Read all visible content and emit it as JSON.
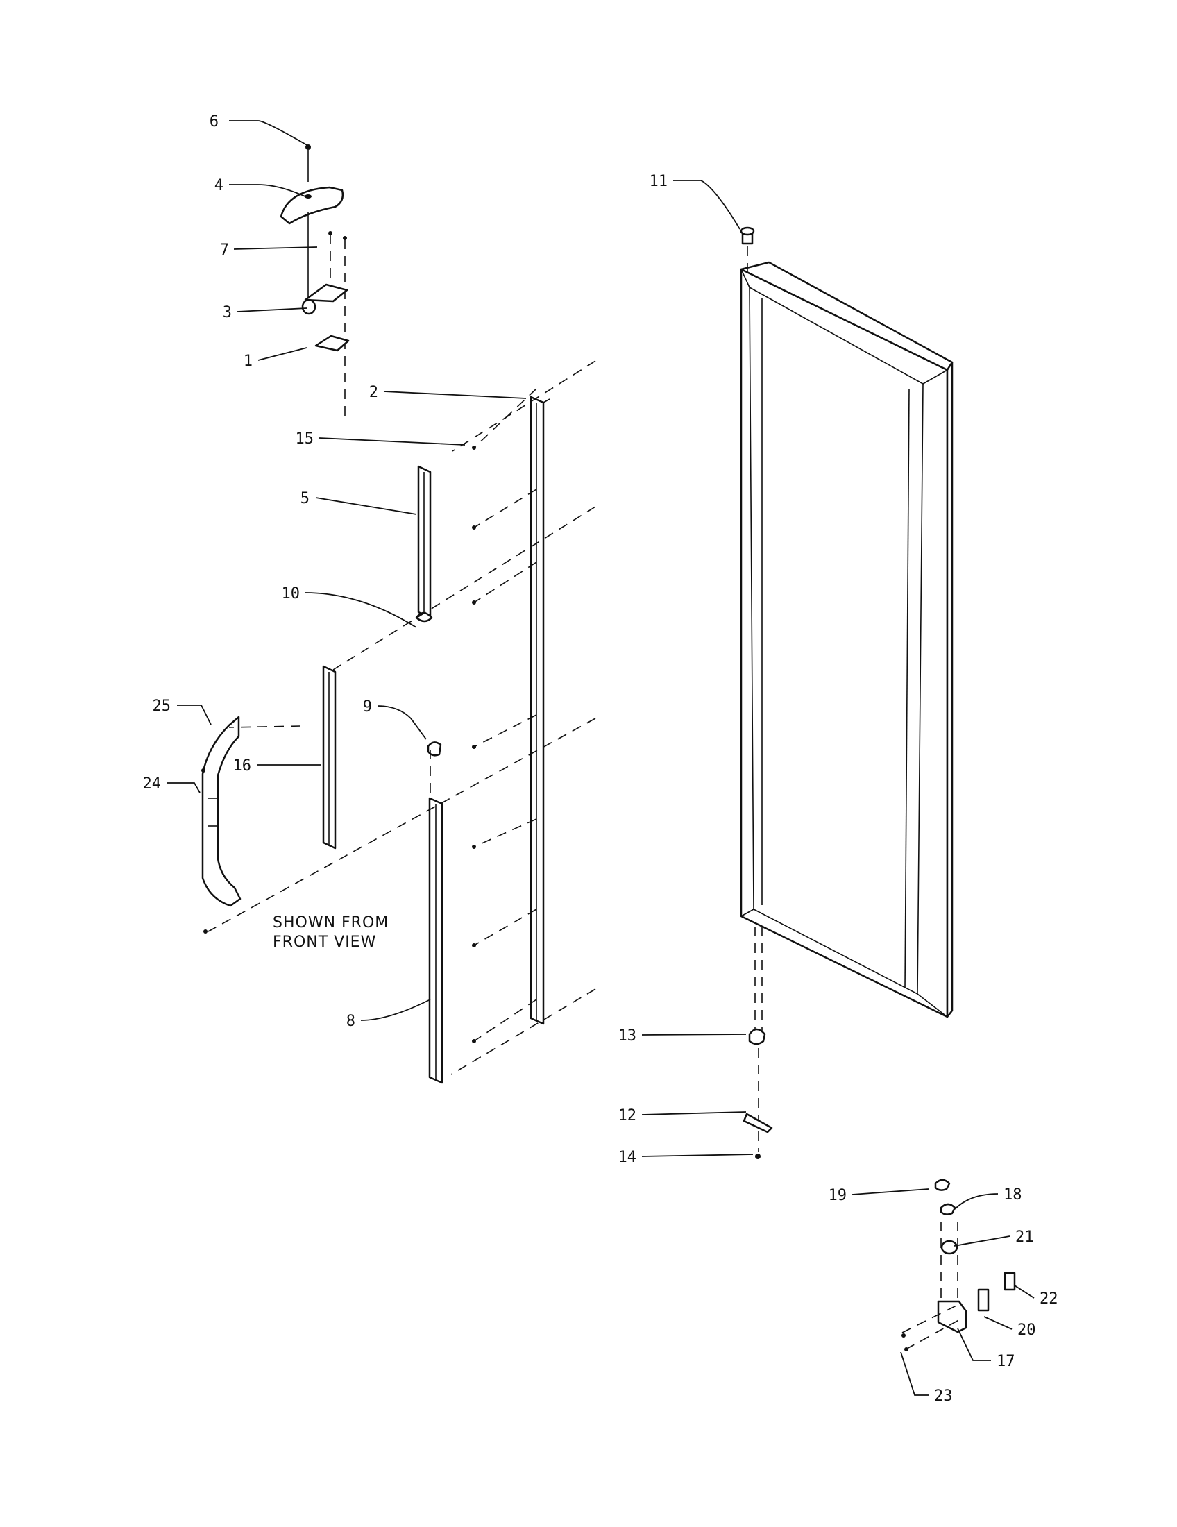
{
  "note": {
    "line1": "SHOWN FROM",
    "line2": "FRONT VIEW"
  },
  "callouts": [
    {
      "id": "c1",
      "label": "1"
    },
    {
      "id": "c2",
      "label": "2"
    },
    {
      "id": "c3",
      "label": "3"
    },
    {
      "id": "c4",
      "label": "4"
    },
    {
      "id": "c5",
      "label": "5"
    },
    {
      "id": "c6",
      "label": "6"
    },
    {
      "id": "c7",
      "label": "7"
    },
    {
      "id": "c8",
      "label": "8"
    },
    {
      "id": "c9",
      "label": "9"
    },
    {
      "id": "c10",
      "label": "10"
    },
    {
      "id": "c11",
      "label": "11"
    },
    {
      "id": "c12",
      "label": "12"
    },
    {
      "id": "c13",
      "label": "13"
    },
    {
      "id": "c14",
      "label": "14"
    },
    {
      "id": "c15",
      "label": "15"
    },
    {
      "id": "c16",
      "label": "16"
    },
    {
      "id": "c17",
      "label": "17"
    },
    {
      "id": "c18",
      "label": "18"
    },
    {
      "id": "c19",
      "label": "19"
    },
    {
      "id": "c20",
      "label": "20"
    },
    {
      "id": "c21",
      "label": "21"
    },
    {
      "id": "c22",
      "label": "22"
    },
    {
      "id": "c23",
      "label": "23"
    },
    {
      "id": "c24",
      "label": "24"
    },
    {
      "id": "c25",
      "label": "25"
    }
  ]
}
